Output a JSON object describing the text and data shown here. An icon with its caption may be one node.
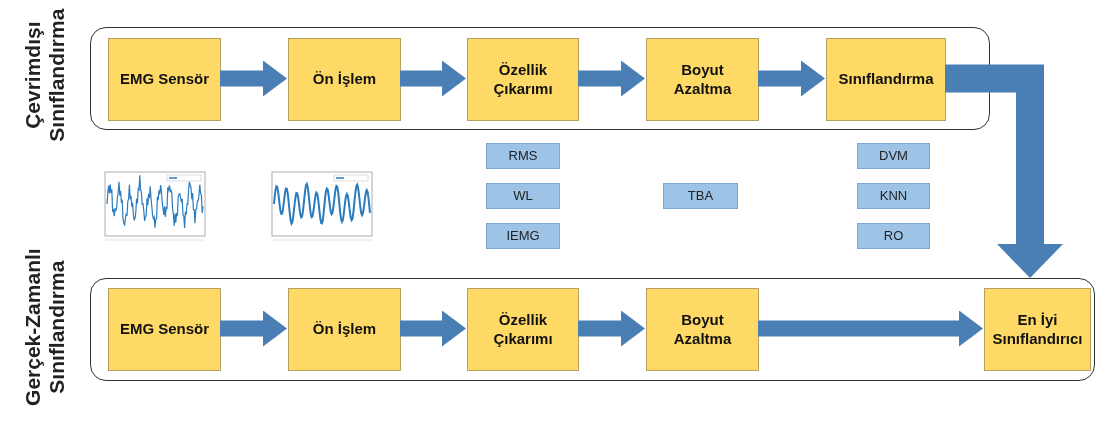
{
  "diagram": {
    "nodes": [
      {
        "text": [],
        "shape": "box"
      },
      {
        "text": [
          "EMG Sensör"
        ],
        "in": 0
      },
      {
        "text": [
          "Ön İşlem"
        ],
        "in": 0
      },
      {
        "text": [
          "Özellik Çıkarımı"
        ],
        "in": 0
      },
      {
        "text": [
          "Boyut Azaltma"
        ],
        "in": 0
      },
      {
        "text": [
          "Sınıflandırma"
        ],
        "in": 0
      },
      {
        "text": [
          "RMS"
        ]
      },
      {
        "text": [
          "WL"
        ]
      },
      {
        "text": [
          "IEMG"
        ]
      },
      {
        "text": [
          "TBA"
        ]
      },
      {
        "text": [
          "DVM"
        ]
      },
      {
        "text": [
          "KNN"
        ]
      },
      {
        "text": [
          "RO"
        ]
      },
      {
        "text": [],
        "shape": "box"
      },
      {
        "text": [
          "EMG Sensör"
        ],
        "in": 13
      },
      {
        "text": [
          "Ön İşlem"
        ],
        "in": 13
      },
      {
        "text": [
          "Özellik Çıkarımı"
        ],
        "in": 13
      },
      {
        "text": [
          "Boyut Azaltma"
        ],
        "in": 13
      },
      {
        "text": [
          "En İyi Sınıflandırıcı"
        ],
        "in": 13
      }
    ],
    "edges": [
      {
        "from": 1,
        "to": 2,
        "arrow": "to"
      },
      {
        "from": 2,
        "to": 3,
        "arrow": "to"
      },
      {
        "from": 3,
        "to": 4,
        "arrow": "to"
      },
      {
        "from": 4,
        "to": 5,
        "arrow": "to"
      },
      {
        "from": 5,
        "to": 13,
        "arrow": "to"
      },
      {
        "from": 14,
        "to": 15,
        "arrow": "to"
      },
      {
        "from": 15,
        "to": 16,
        "arrow": "to"
      },
      {
        "from": 16,
        "to": 17,
        "arrow": "to"
      },
      {
        "from": 17,
        "to": 18,
        "arrow": "to"
      }
    ],
    "labels": [
      "Çevrimdışı Sınıflandırma",
      "Gerçek-Zamanlı Sınıflandırma"
    ]
  }
}
